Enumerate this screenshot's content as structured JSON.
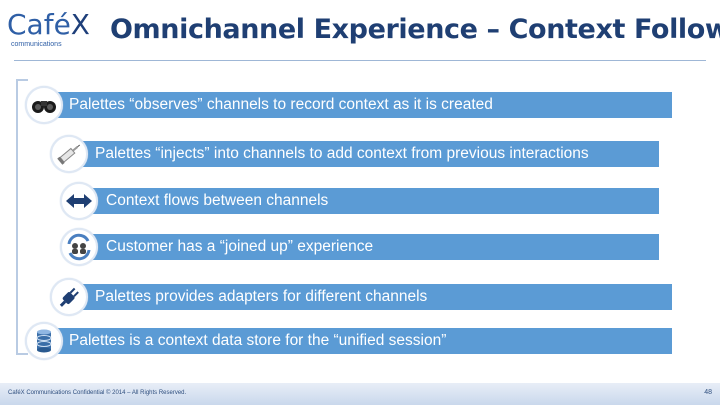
{
  "logo": {
    "text_main": "Café",
    "text_x": "X",
    "subtext": "communications"
  },
  "title": "Omnichannel Experience – Context Follows",
  "items": [
    {
      "label": "Palettes “observes” channels to record context as it is created",
      "icon": "binoculars-icon"
    },
    {
      "label": "Palettes “injects” into channels to add context from previous interactions",
      "icon": "syringe-icon"
    },
    {
      "label": "Context flows between channels",
      "icon": "double-arrow-icon"
    },
    {
      "label": "Customer has a “joined up” experience",
      "icon": "people-cycle-icon"
    },
    {
      "label": "Palettes provides adapters for different channels",
      "icon": "plug-icon"
    },
    {
      "label": "Palettes is a context data store for the “unified session”",
      "icon": "database-icon"
    }
  ],
  "footer": {
    "confidential": "CaféX Communications Confidential © 2014 – All Rights Reserved.",
    "page_number": "48"
  },
  "colors": {
    "bar": "#5b9bd5",
    "title": "#1f3f73",
    "accent": "#2f5fa6"
  }
}
